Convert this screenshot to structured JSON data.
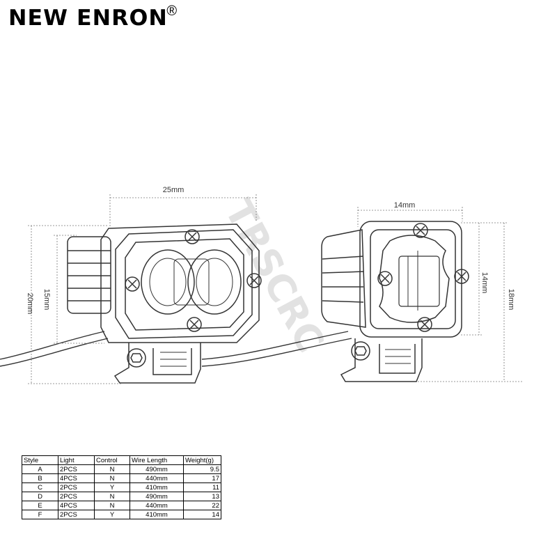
{
  "brand": {
    "name": "NEW ENRON",
    "registered": "®"
  },
  "watermark": "TRSCRC",
  "left_light": {
    "width_label": "25mm",
    "overall_height_label": "20mm",
    "body_height_label": "15mm"
  },
  "right_light": {
    "width_label": "14mm",
    "body_height_label": "14mm",
    "overall_height_label": "18mm"
  },
  "spec_table": {
    "headers": [
      "Style",
      "Light",
      "Control",
      "Wire Length",
      "Weight(g)"
    ],
    "rows": [
      [
        "A",
        "2PCS",
        "N",
        "490mm",
        "9.5"
      ],
      [
        "B",
        "4PCS",
        "N",
        "440mm",
        "17"
      ],
      [
        "C",
        "2PCS",
        "Y",
        "410mm",
        "11"
      ],
      [
        "D",
        "2PCS",
        "N",
        "490mm",
        "13"
      ],
      [
        "E",
        "4PCS",
        "N",
        "440mm",
        "22"
      ],
      [
        "F",
        "2PCS",
        "Y",
        "410mm",
        "14"
      ]
    ]
  }
}
